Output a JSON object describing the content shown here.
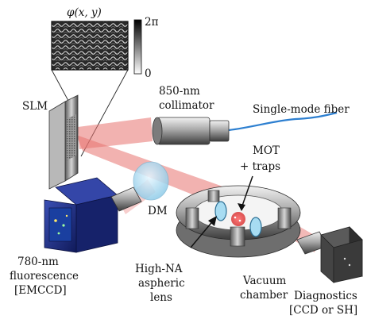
{
  "phase_panel": {
    "title": "φ(x, y)",
    "scale_max": "2π",
    "scale_min": "0"
  },
  "labels": {
    "slm": "SLM",
    "collimator": [
      "850-nm",
      "collimator"
    ],
    "fiber": "Single-mode fiber",
    "mot": [
      "MOT",
      "+ traps"
    ],
    "dm": "DM",
    "fluorescence": [
      "780-nm",
      "fluorescence",
      "[EMCCD]"
    ],
    "lens": [
      "High-NA",
      "aspheric",
      "lens"
    ],
    "chamber": [
      "Vacuum",
      "chamber"
    ],
    "diagnostics": [
      "Diagnostics",
      "[CCD or SH]"
    ]
  },
  "colors": {
    "beam": "#e8736f",
    "dichroic": "#9fd3ec",
    "emccd_body": "#1f2f8a",
    "fiber": "#2d7fd0",
    "chamber": "#8a8a8a"
  }
}
